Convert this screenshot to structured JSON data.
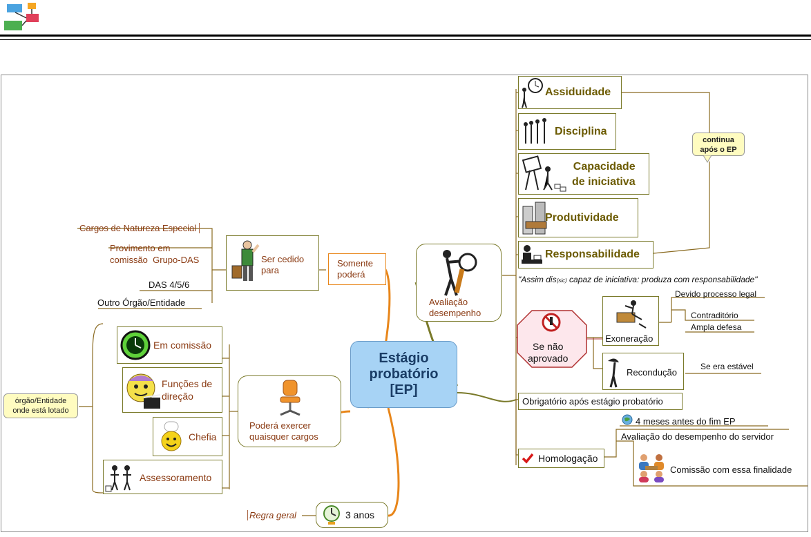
{
  "center": {
    "label": "Estágio\nprobatório\n[EP]"
  },
  "left": {
    "somente": "Somente\npoderá",
    "ser_cedido": "Ser cedido\npara",
    "cargos_natureza": "Cargos de Natureza Especial",
    "provimento": "Provimento em\ncomissão  Grupo-DAS",
    "das": "DAS 4/5/6",
    "outro_orgao": "Outro Órgão/Entidade",
    "podera_exercer": "Poderá exercer\nquaisquer cargos",
    "em_comissao": "Em comissão",
    "funcoes_direcao": "Funções de\ndireção",
    "chefia": "Chefia",
    "assessoramento": "Assessoramento",
    "orgao_note": "órgão/Entidade\nonde está lotado",
    "tres_anos": "3 anos",
    "regra_geral": "Regra geral"
  },
  "right": {
    "avaliacao": "Avaliação\ndesempenho",
    "assiduidade": "Assiduidade",
    "disciplina": "Disciplina",
    "capacidade": "Capacidade\nde iniciativa",
    "produtividade": "Produtividade",
    "responsabilidade": "Responsabilidade",
    "continua_note": "continua\napós o EP",
    "quote_a": "\"Assim dis",
    "quote_sic": "(sic)",
    "quote_b": " capaz de iniciativa: produza com responsabilidade\"",
    "se_nao_aprovado": "Se não\naprovado",
    "exoneracao": "Exoneração",
    "devido_processo": "Devido processo legal",
    "contraditorio": "Contraditório",
    "ampla_defesa": "Ampla defesa",
    "reconducao": "Recondução",
    "se_era_estavel": "Se era estável",
    "obrigatorio": "Obrigatório após estágio probatório",
    "homologacao": "Homologação",
    "quatro_meses": "4 meses antes do fim EP",
    "avaliacao_servidor": "Avaliação do desempenho do servidor",
    "comissao": "Comissão com essa finalidade"
  },
  "colors": {
    "branch_orange": "#e8861a",
    "branch_olive": "#7a7a2a",
    "center_fill": "#a7d3f5",
    "link_red": "#b03030",
    "note_fill": "#fffcc0"
  },
  "icons": [
    "app-logo-icon",
    "traveler-icon",
    "office-chair-icon",
    "clock-icon",
    "emoji-director-icon",
    "chef-smiley-icon",
    "assistant-figures-icon",
    "stopwatch-icon",
    "magnifier-person-icon",
    "clock-person-icon",
    "group-people-icon",
    "easel-icon",
    "factory-icon",
    "desk-person-icon",
    "no-entry-icon",
    "demolition-icon",
    "bowing-person-icon",
    "checkmark-icon",
    "globe-icon",
    "meeting-icon"
  ]
}
